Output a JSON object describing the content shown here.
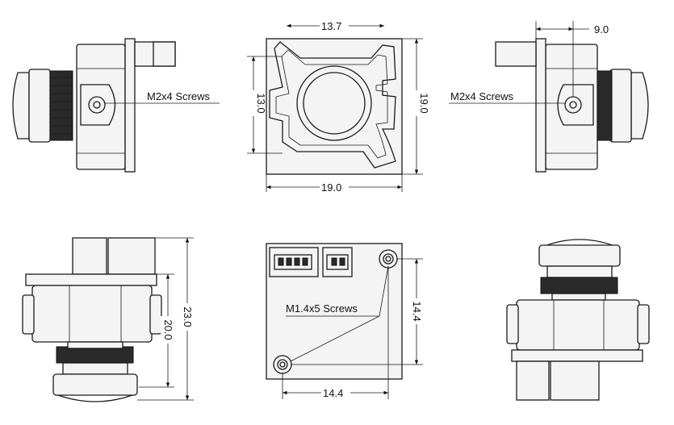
{
  "top_view": {
    "dim_width_top": "13.7",
    "dim_width_bottom": "19.0",
    "dim_height_left": "13.0",
    "dim_height_right": "19.0"
  },
  "left_side_view": {
    "screw_label": "M2x4 Screws"
  },
  "right_side_view": {
    "screw_label": "M2x4 Screws",
    "dim_offset": "9.0"
  },
  "front_view": {
    "dim_overall_height": "23.0",
    "dim_body_height": "20.0"
  },
  "back_view": {
    "screw_label": "M1.4x5 Screws",
    "dim_hole_spacing_v": "14.4",
    "dim_hole_spacing_h": "14.4"
  }
}
